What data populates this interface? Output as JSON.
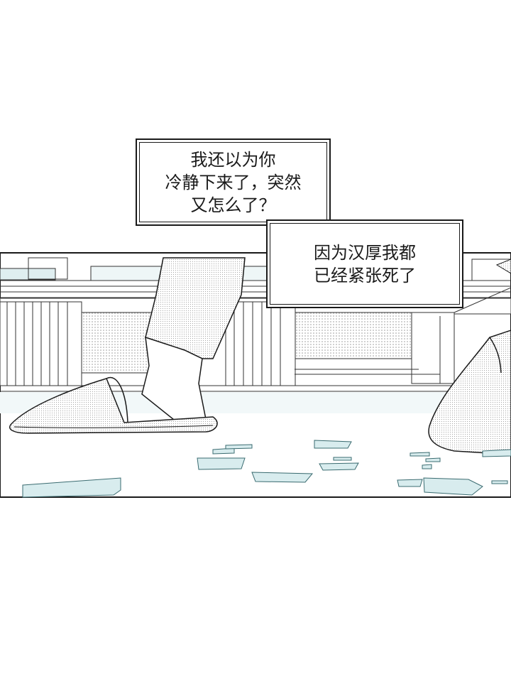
{
  "bubbles": {
    "first": {
      "lines": [
        "我还以为你",
        "冷静下来了，突然",
        "又怎么了？"
      ]
    },
    "second": {
      "lines": [
        "因为汉厚我都",
        "已经紧张死了"
      ]
    }
  },
  "colors": {
    "ink": "#1a1a1a",
    "glass": "#d8ecee",
    "glass_edge": "#7fb3b8",
    "screentone": "#c9c9c9",
    "paper": "#ffffff"
  },
  "icons": {
    "left_slipper": "slipper",
    "right_slipper": "slipper",
    "glass_shards": "broken-glass"
  }
}
